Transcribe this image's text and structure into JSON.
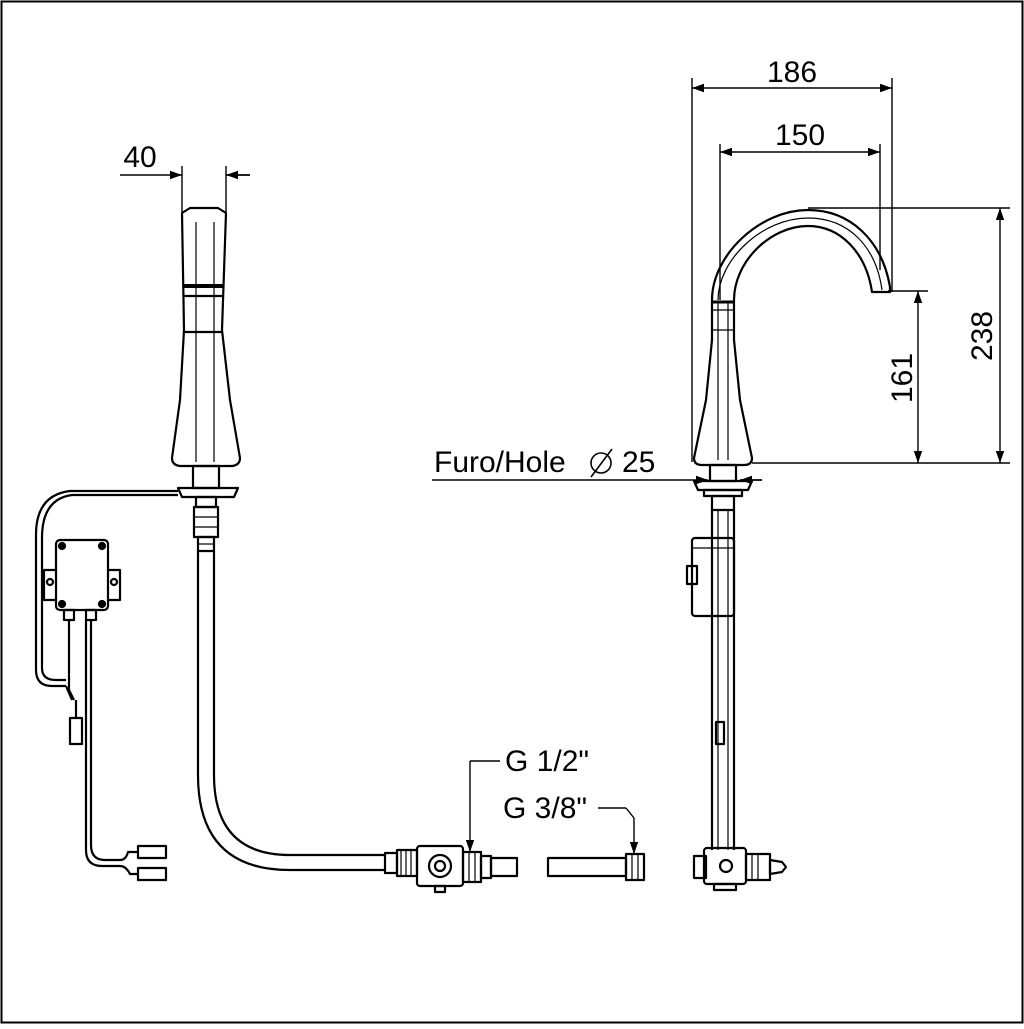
{
  "dimensions": {
    "spout_width": "40",
    "overall_reach": "186",
    "spout_reach": "150",
    "total_height": "238",
    "outlet_height": "161"
  },
  "labels": {
    "hole_prefix": "Furo/Hole",
    "hole_value": "25",
    "connection_large": "G 1/2\"",
    "connection_small": "G 3/8\""
  }
}
